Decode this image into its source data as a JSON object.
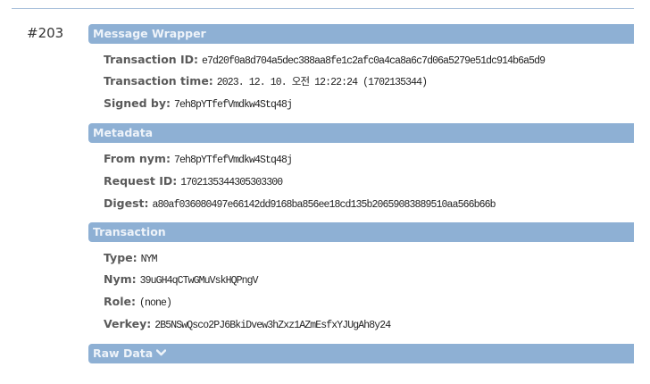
{
  "transaction": {
    "number": "#203",
    "sections": {
      "message_wrapper": {
        "title": "Message Wrapper",
        "fields": [
          {
            "label": "Transaction ID:",
            "value": "e7d20f0a8d704a5dec388aa8fe1c2afc0a4ca8a6c7d06a5279e51dc914b6a5d9"
          },
          {
            "label": "Transaction time:",
            "value": "2023. 12. 10. 오전 12:22:24 (1702135344)"
          },
          {
            "label": "Signed by:",
            "value": "7eh8pYTfefVmdkw4Stq48j"
          }
        ]
      },
      "metadata": {
        "title": "Metadata",
        "fields": [
          {
            "label": "From nym:",
            "value": "7eh8pYTfefVmdkw4Stq48j"
          },
          {
            "label": "Request ID:",
            "value": "1702135344305303300"
          },
          {
            "label": "Digest:",
            "value": "a80af036080497e66142dd9168ba856ee18cd135b20659083889510aa566b66b"
          }
        ]
      },
      "txn": {
        "title": "Transaction",
        "fields": [
          {
            "label": "Type:",
            "value": "NYM"
          },
          {
            "label": "Nym:",
            "value": "39uGH4qCTwGMuVskHQPngV"
          },
          {
            "label": "Role:",
            "value": "(none)"
          },
          {
            "label": "Verkey:",
            "value": "2B5NSwQsco2PJ6BkiDvew3hZxz1AZmEsfxYJUgAh8y24"
          }
        ]
      },
      "raw_data": {
        "title": "Raw Data",
        "icon": "chevron-down-icon",
        "expanded": false
      }
    }
  },
  "colors": {
    "header_bg": "#8eb0d4",
    "header_text": "#eef3f9",
    "rule": "#a9c1db",
    "label": "#5a5a5a",
    "value": "#222222"
  }
}
